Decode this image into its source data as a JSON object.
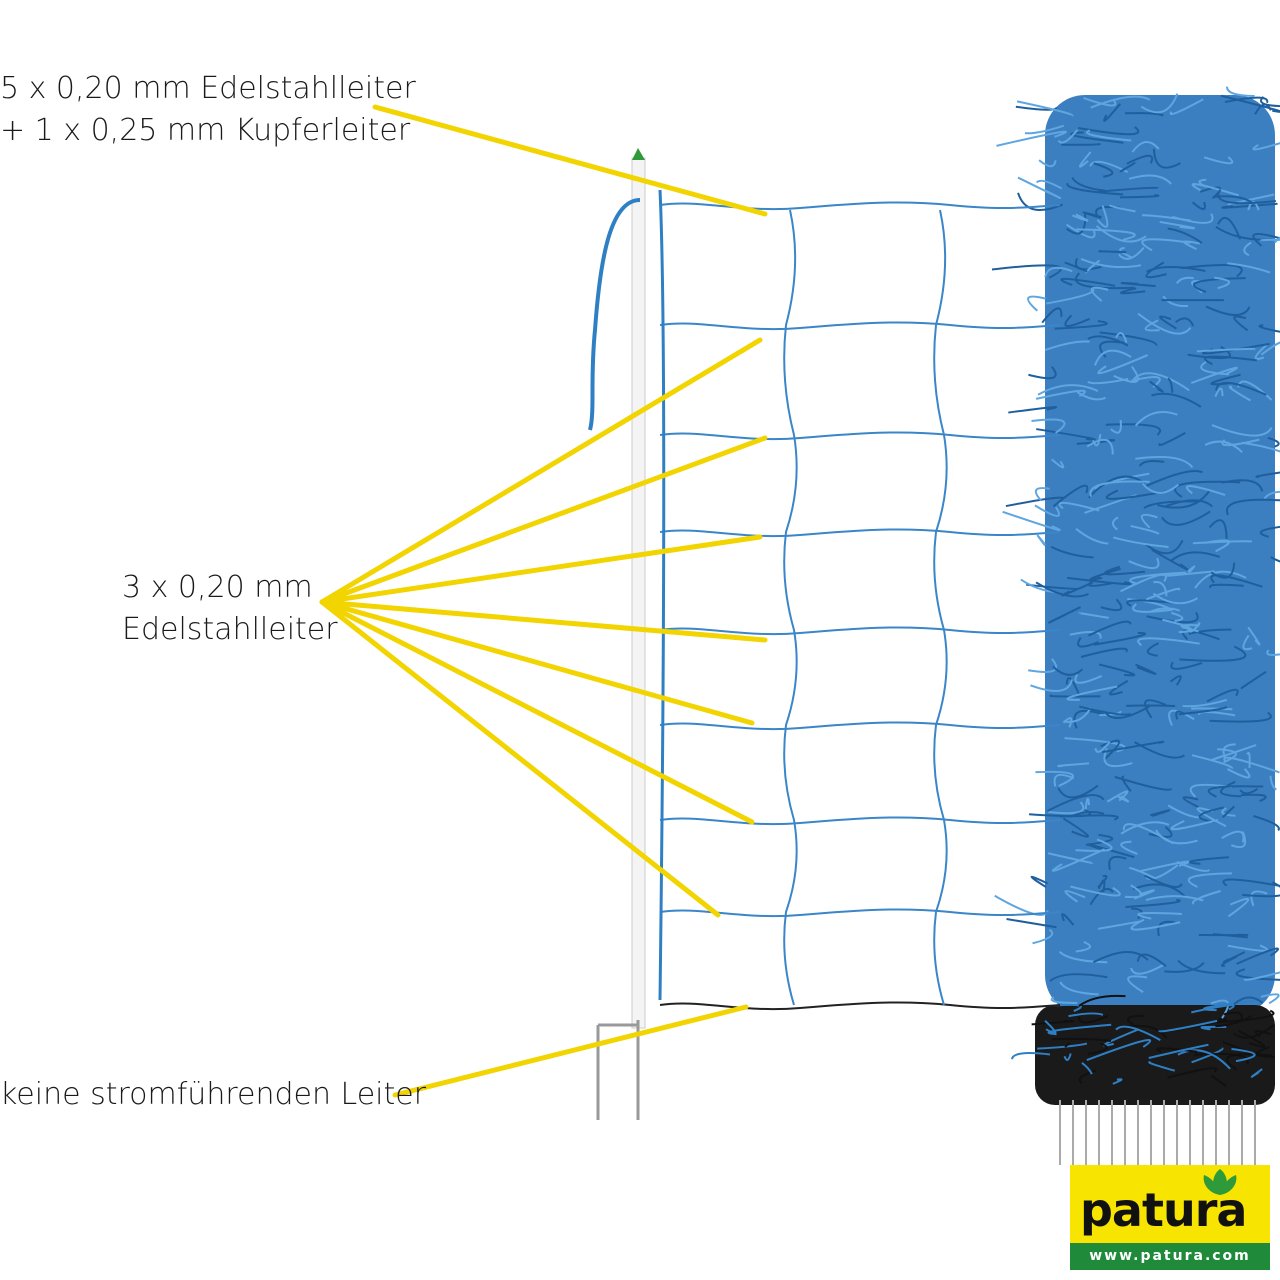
{
  "labels": {
    "top_line1": "5 x 0,20 mm Edelstahlleiter",
    "top_line2": "+ 1 x 0,25 mm Kupferleiter",
    "middle_line1": "3 x 0,20 mm",
    "middle_line2": "Edelstahlleiter",
    "bottom": "keine stromführenden Leiter"
  },
  "logo": {
    "brand": "patura",
    "url": "www.patura.com"
  },
  "colors": {
    "net_blue": "#2f7fc4",
    "callout_yellow": "#f2d400",
    "logo_yellow": "#f7e400",
    "logo_green": "#1f8a3a"
  }
}
